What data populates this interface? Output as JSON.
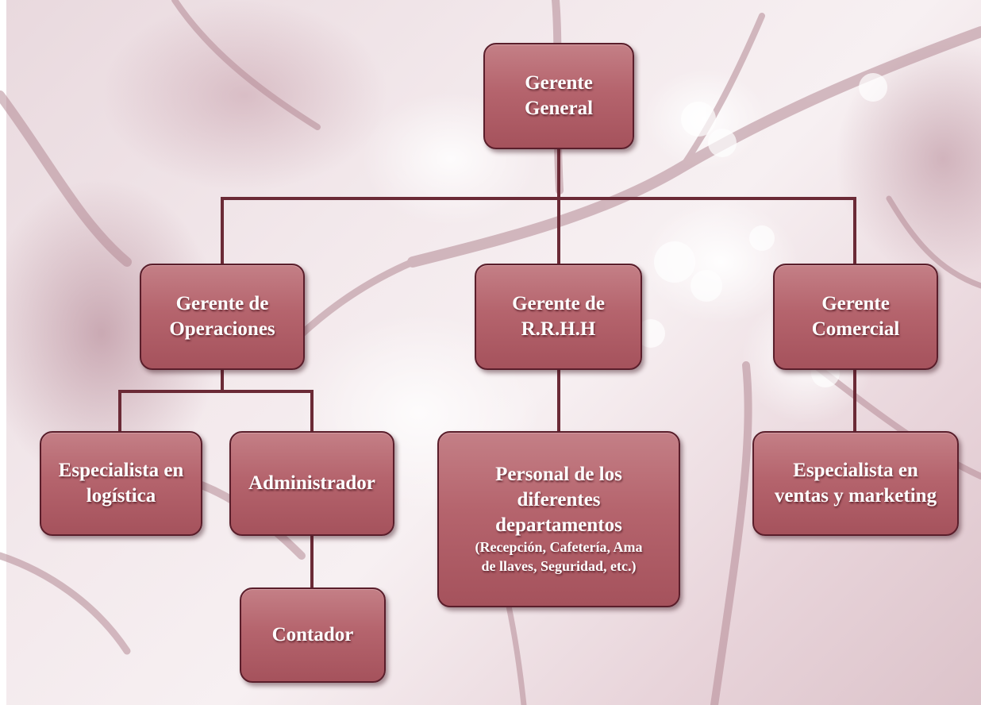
{
  "org_chart": {
    "general_manager": {
      "lines": [
        "Gerente",
        "General"
      ]
    },
    "operations_manager": {
      "lines": [
        "Gerente de",
        "Operaciones"
      ]
    },
    "hr_manager": {
      "lines": [
        "Gerente de",
        "R.R.H.H"
      ]
    },
    "commercial_manager": {
      "lines": [
        "Gerente",
        "Comercial"
      ]
    },
    "logistics_specialist": {
      "lines": [
        "Especialista en",
        "logística"
      ]
    },
    "administrator": {
      "lines": [
        "Administrador"
      ]
    },
    "accountant": {
      "lines": [
        "Contador"
      ]
    },
    "department_staff": {
      "lines": [
        "Personal de los",
        "diferentes",
        "departamentos"
      ],
      "sub_lines": [
        "(Recepción, Cafetería, Ama",
        "de llaves, Seguridad, etc.)"
      ]
    },
    "sales_marketing_specialist": {
      "lines": [
        "Especialista en",
        "ventas y marketing"
      ]
    }
  },
  "colors": {
    "box_fill": "#b5646d",
    "box_border": "#5a1e2b",
    "connector": "#6b2a36",
    "text": "#ffffff"
  }
}
